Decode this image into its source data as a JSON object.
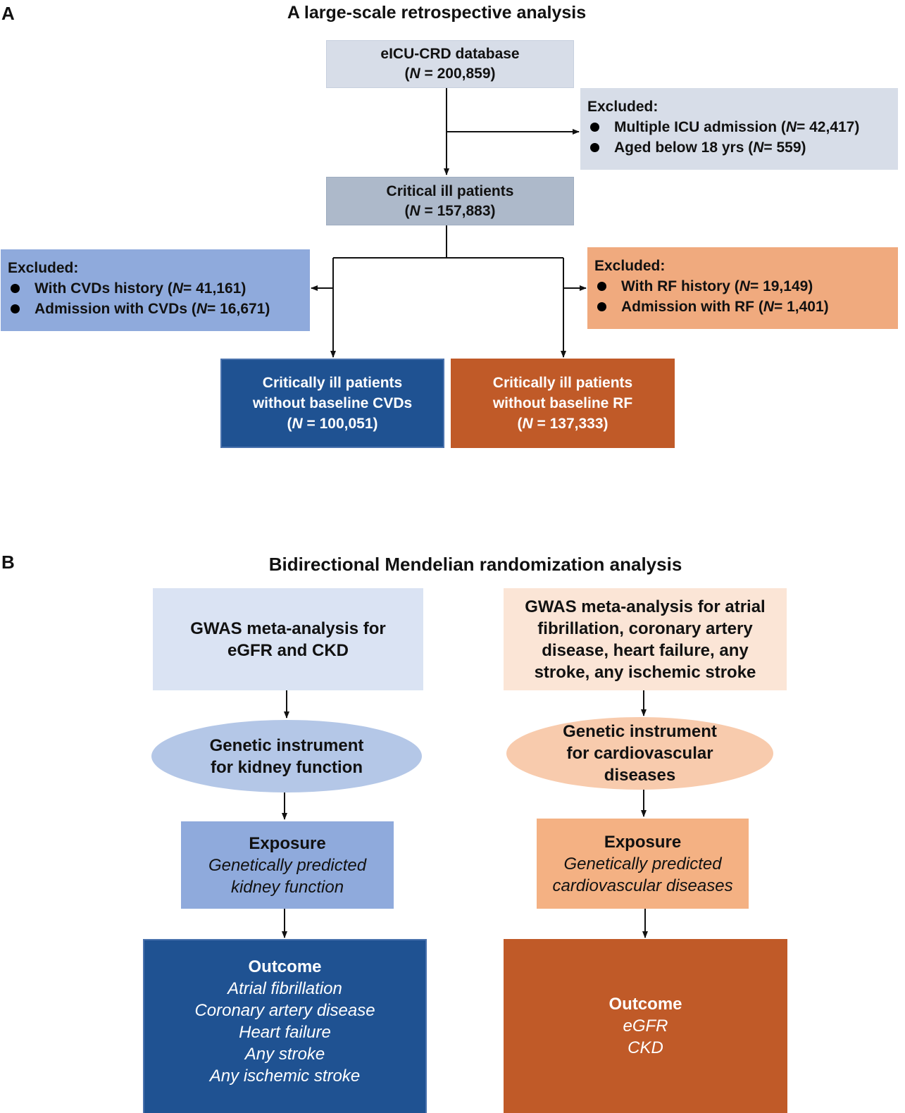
{
  "panel_a": {
    "letter": "A",
    "title": "A large-scale retrospective analysis",
    "database": {
      "line1": "eICU-CRD database",
      "n_label": "N",
      "n_value": " = 200,859)"
    },
    "excluded_top": {
      "heading": "Excluded:",
      "items": [
        {
          "text": "Multiple ICU admission (",
          "n_label": "N",
          "n_value": " = 42,417)"
        },
        {
          "text": "Aged below 18 yrs (",
          "n_label": "N",
          "n_value": " = 559)"
        }
      ]
    },
    "critical": {
      "line1": "Critical ill patients",
      "n_label": "N",
      "n_value": " = 157,883)"
    },
    "excluded_left": {
      "heading": "Excluded:",
      "items": [
        {
          "text": "With CVDs history (",
          "n_label": "N",
          "n_value": " = 41,161)"
        },
        {
          "text": "Admission with CVDs (",
          "n_label": "N",
          "n_value": " = 16,671)"
        }
      ]
    },
    "excluded_right": {
      "heading": "Excluded:",
      "items": [
        {
          "text": "With RF history (",
          "n_label": "N",
          "n_value": " = 19,149)"
        },
        {
          "text": "Admission with RF (",
          "n_label": "N",
          "n_value": " = 1,401)"
        }
      ]
    },
    "final_left": {
      "line1": "Critically ill patients",
      "line2": "without baseline CVDs",
      "n_label": "N",
      "n_value": " = 100,051)"
    },
    "final_right": {
      "line1": "Critically ill patients",
      "line2": "without baseline RF",
      "n_label": "N",
      "n_value": " = 137,333)"
    }
  },
  "panel_b": {
    "letter": "B",
    "title": "Bidirectional Mendelian randomization analysis",
    "left": {
      "gwas": [
        "GWAS meta-analysis for",
        "eGFR and CKD"
      ],
      "instrument": [
        "Genetic instrument",
        "for kidney function"
      ],
      "exposure_title": "Exposure",
      "exposure_lines": [
        "Genetically predicted",
        "kidney function"
      ],
      "outcome_title": "Outcome",
      "outcome_lines": [
        "Atrial fibrillation",
        "Coronary artery disease",
        "Heart failure",
        "Any stroke",
        "Any ischemic stroke"
      ]
    },
    "right": {
      "gwas": [
        "GWAS meta-analysis for atrial",
        "fibrillation, coronary artery",
        "disease, heart failure, any",
        "stroke, any ischemic stroke"
      ],
      "instrument": [
        "Genetic instrument",
        "for cardiovascular",
        "diseases"
      ],
      "exposure_title": "Exposure",
      "exposure_lines": [
        "Genetically predicted",
        "cardiovascular diseases"
      ],
      "outcome_title": "Outcome",
      "outcome_lines": [
        "eGFR",
        "CKD"
      ]
    }
  },
  "colors": {
    "light_gray_blue": "#d7dde8",
    "mid_gray_blue": "#adb9ca",
    "light_blue": "#8faadc",
    "dark_blue": "#1f5292",
    "light_orange": "#f4b183",
    "dark_orange": "#c05a28",
    "pale_blue": "#dae3f3",
    "pale_orange": "#fbe5d6",
    "ellipse_blue": "#b4c7e7",
    "ellipse_orange": "#f8cbad",
    "exposure_orange": "#f4b183"
  }
}
